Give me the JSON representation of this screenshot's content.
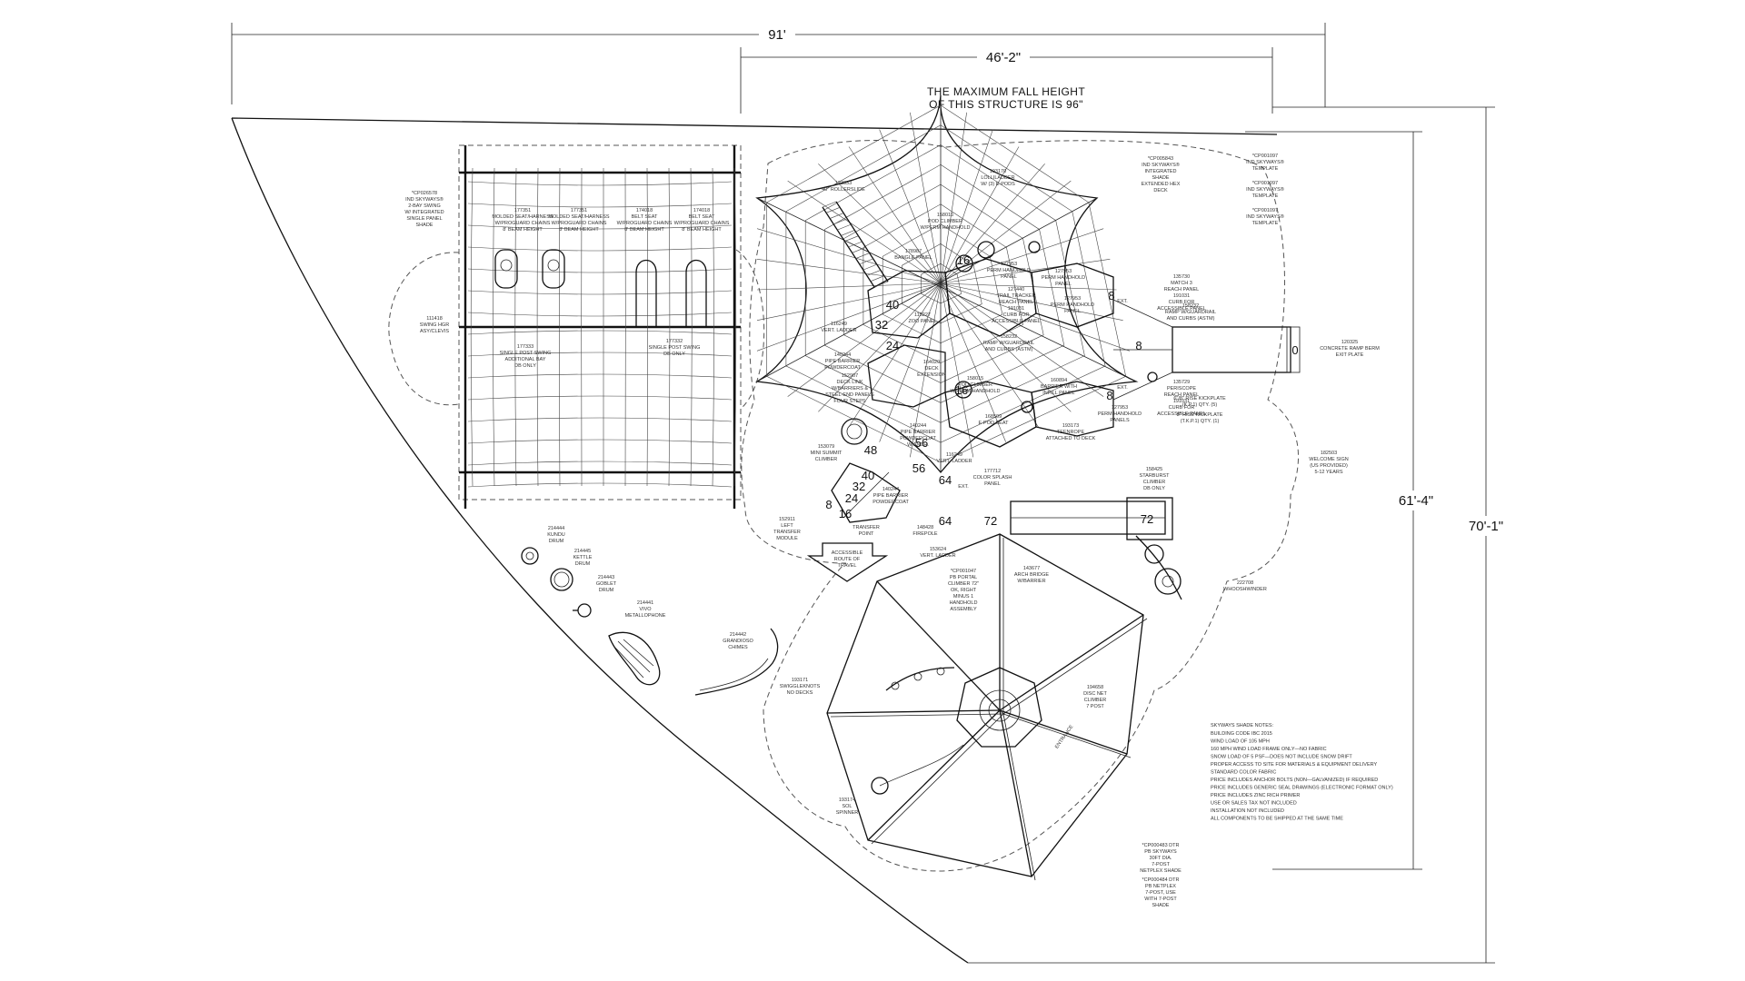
{
  "dimensions": {
    "overall_width": "91'",
    "inner_width": "46'-2\"",
    "height_inner": "61'-4\"",
    "height_outer": "70'-1\""
  },
  "fall_height_note": [
    "THE MAXIMUM FALL HEIGHT",
    "OF THIS STRUCTURE IS 96\""
  ],
  "swing": {
    "shade_label": [
      "*CP026578",
      "IND SKYWAYS®",
      "2-BAY SWING",
      "W/ INTEGRATED",
      "SINGLE PANEL",
      "SHADE"
    ],
    "hanger_label": [
      "111418",
      "SWING HGR",
      "ASY/CLEVIS"
    ],
    "seats": [
      [
        "177351",
        "MOLDED SEAT/HARNESS",
        "W/PROGUARD CHAINS",
        "8' BEAM HEIGHT"
      ],
      [
        "177351",
        "MOLDED SEAT/HARNESS",
        "W/PROGUARD CHAINS",
        "8' BEAM HEIGHT"
      ],
      [
        "174018",
        "BELT SEAT",
        "W/PROGUARD CHAINS",
        "8' BEAM HEIGHT"
      ],
      [
        "174018",
        "BELT SEAT",
        "W/PROGUARD CHAINS",
        "8' BEAM HEIGHT"
      ]
    ],
    "post_left": [
      "177333",
      "SINGLE POST SWING",
      "ADDITIONAL BAY",
      "DB ONLY"
    ],
    "post_right": [
      "177332",
      "SINGLE POST SWING",
      "DB ONLY"
    ]
  },
  "shade_right_notes": [
    [
      "*CP005843",
      "IND SKYWAYS®",
      "INTEGRATED",
      "SHADE",
      "EXTENDED HEX",
      "DECK"
    ],
    [
      "*CP001097",
      "IND SKYWAYS®",
      "TEMPLATE"
    ],
    [
      "*CP001097",
      "IND SKYWAYS®",
      "TEMPLATE"
    ],
    [
      "*CP001097",
      "IND SKYWAYS®",
      "TEMPLATE"
    ]
  ],
  "structure_labels": [
    [
      "123333",
      "40\" ROLLERSLIDE"
    ],
    [
      "158015",
      "POD CLIMBER",
      "W/PERM HANDHOLD"
    ],
    [
      "193170",
      "LOLLILADDER",
      "W/ (3) E-PODS"
    ],
    [
      "178987",
      "BANGLE PANEL"
    ],
    [
      "127953",
      "PERM HANDHOLD",
      "PANEL"
    ],
    [
      "127440",
      "TRAIL TRACKER",
      "REACH PANEL",
      "191031",
      "CURB FOR",
      "ACCESSIBLE PANEL"
    ],
    [
      "127953",
      "PERM HANDHOLD",
      "PANEL"
    ],
    [
      "127953",
      "PERM HANDHOLD",
      "PANEL"
    ],
    [
      "135730",
      "MATCH 3",
      "REACH PANEL",
      "191031",
      "CURB FOR",
      "ACCESSIBLE PANEL"
    ],
    [
      "158232",
      "RAMP W/GUARDRAIL",
      "AND CURBS (ASTM)"
    ],
    [
      "120325",
      "CONCRETE RAMP BERM",
      "EXIT PLATE"
    ],
    [
      "116249",
      "VERT. LADDER"
    ],
    [
      "115227",
      "ZOO PANEL"
    ],
    [
      "140244",
      "PIPE BARRIER",
      "POWDERCOAT"
    ],
    [
      "158232",
      "RAMP W/GUARDRAIL",
      "AND CURBS (ASTM)"
    ],
    [
      "164020",
      "DECK",
      "EXTENSION"
    ],
    [
      "152907",
      "DECK LINK",
      "W/BARRIERS &",
      "STEEL-END PANELS",
      "FOUR STEPS"
    ],
    [
      "160894",
      "BARRIER WITH",
      "INFILL PANEL"
    ],
    [
      "158015",
      "POD CLIMBER",
      "W/PERM HANDHOLD"
    ],
    [
      "135729",
      "PERISCOPE",
      "REACH PANEL",
      "191031",
      "CURB FOR",
      "ACCESSIBLE PANEL"
    ],
    [
      "140244",
      "PIPE BARRIER",
      "POWDERCOAT",
      "W/ANCH."
    ],
    [
      "168509",
      "E-POD SEAT"
    ],
    [
      "127953",
      "PERM HANDHOLD",
      "PANELS"
    ],
    [
      "193173",
      "TEENROPE",
      "ATTACHED TO DECK"
    ],
    [
      "153079",
      "MINI SUMMIT",
      "CLIMBER"
    ],
    [
      "116249",
      "VERT. LADDER"
    ],
    [
      "177712",
      "COLOR SPLASH",
      "PANEL"
    ],
    [
      "140244",
      "PIPE BARRIER",
      "POWDERCOAT"
    ],
    [
      "152911",
      "LEFT",
      "TRANSFER",
      "MODULE"
    ],
    [
      "148428",
      "FIREPOLE"
    ],
    [
      "158425",
      "STARBURST",
      "CLIMBER",
      "DB ONLY"
    ],
    [
      "182503",
      "WELCOME SIGN",
      "(US PROVIDED)",
      "5-12 YEARS"
    ],
    [
      "222708",
      "WHOOSHWINDER"
    ],
    [
      "153624",
      "VERT. LADDER"
    ],
    [
      "143677",
      "ARCH BRIDGE",
      "W/BARRIER"
    ],
    [
      "*CP001047",
      "PB PORTAL",
      "CLIMBER 72\"",
      "OK, RIGHT",
      "MINUS 1",
      "HANDHOLD",
      "ASSEMBLY"
    ]
  ],
  "kickplate_notes": [
    "6\"/8\" RISE KICKPLATE",
    "(K.P.1) QTY. (5)",
    "8\" RISE KICKPLATE",
    "(T.K.P.1) QTY. (1)"
  ],
  "transfer": [
    "TRANSFER",
    "POINT"
  ],
  "accessible_route": [
    "ACCESSIBLE",
    "ROUTE OF",
    "TRAVEL"
  ],
  "ext_marks": [
    "EXT.",
    "EXT.",
    "EXT."
  ],
  "deck_heights": [
    "40",
    "32",
    "24",
    "0",
    "8",
    "8",
    "8",
    "56",
    "48",
    "56",
    "40",
    "32",
    "24",
    "8",
    "16",
    "64",
    "64",
    "72",
    "72",
    "16",
    "16"
  ],
  "musical": [
    [
      "214444",
      "KUNDU",
      "DRUM"
    ],
    [
      "214445",
      "KETTLE",
      "DRUM"
    ],
    [
      "214443",
      "GOBLET",
      "DRUM"
    ],
    [
      "214441",
      "VIVO",
      "METALLOPHONE"
    ],
    [
      "214442",
      "GRANDIOSO",
      "CHIMES"
    ]
  ],
  "lower_labels": [
    [
      "193171",
      "SWIGGLEKNOTS",
      "NO DECKS"
    ],
    [
      "194658",
      "DISC NET",
      "CLIMBER",
      "7 POST"
    ],
    [
      "193174",
      "SOL",
      "SPINNER"
    ],
    [
      "*CP000483 DTR",
      "PB SKYWAYS",
      "30FT DIA.",
      "7-POST",
      "NETPLEX SHADE"
    ],
    [
      "*CP000484 DTR",
      "PB NETPLEX",
      "7-POST, USE",
      "WITH 7-POST",
      "SHADE"
    ]
  ],
  "entrance_label": "ENTRANCE",
  "shade_notes": {
    "title": "SKYWAYS SHADE NOTES:",
    "lines": [
      "BUILDING CODE IBC 2015",
      "WIND LOAD OF 105 MPH",
      "160 MPH WIND LOAD FRAME ONLY—NO FABRIC",
      "SNOW LOAD OF 5 PSF—DOES NOT INCLUDE SNOW DRIFT",
      "PROPER ACCESS TO SITE FOR MATERIALS & EQUIPMENT DELIVERY",
      "STANDARD COLOR FABRIC",
      "PRICE INCLUDES ANCHOR BOLTS (NON—GALVANIZED) IF REQUIRED",
      "PRICE INCLUDES GENERIC SEAL DRAWINGS (ELECTRONIC FORMAT ONLY)",
      "PRICE INCLUDES ZINC RICH PRIMER",
      "USE OR SALES TAX NOT INCLUDED",
      "INSTALLATION NOT INCLUDED",
      "ALL COMPONENTS TO BE SHIPPED AT THE SAME TIME"
    ]
  }
}
